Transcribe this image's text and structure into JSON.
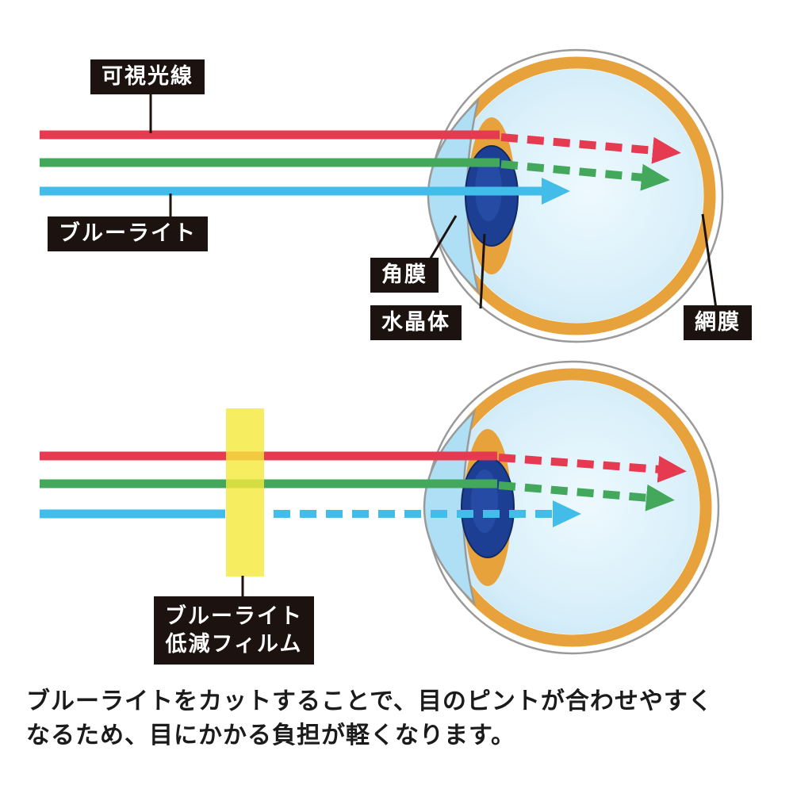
{
  "page": {
    "background": "#ffffff"
  },
  "top_diagram": {
    "labels": {
      "visible_light": "可視光線",
      "blue_light": "ブルーライト",
      "cornea": "角膜",
      "lens": "水晶体",
      "retina": "網膜"
    }
  },
  "bottom_diagram": {
    "labels": {
      "film_line1": "ブルーライト",
      "film_line2": "低減フィルム"
    }
  },
  "caption": {
    "line1": "ブルーライトをカットすることで、目のピントが合わせやすく",
    "line2": "なるため、目にかかる負担が軽くなります。"
  },
  "colors": {
    "red_ray": "#e63a50",
    "green_ray": "#43a85c",
    "blue_ray": "#42bce9",
    "film_yellow": "#f4e93d",
    "eye_ring_orange": "#e8a23b",
    "lens_navy": "#1d3f93",
    "eye_interior_blue": "#cde9f7",
    "label_background": "#1c1310",
    "label_text": "#ffffff"
  }
}
